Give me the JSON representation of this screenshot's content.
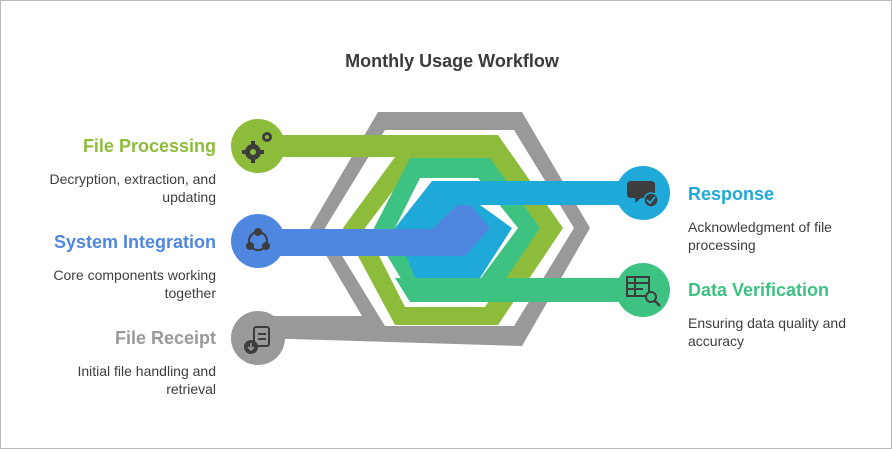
{
  "title": "Monthly Usage Workflow",
  "colors": {
    "file_receipt": "#999999",
    "file_processing": "#8dbb3a",
    "system_integration": "#4f87e0",
    "response": "#1ea9d8",
    "data_verification": "#3ec281",
    "text": "#3d3d3d"
  },
  "stages": {
    "file_processing": {
      "title": "File Processing",
      "description": "Decryption, extraction, and updating",
      "icon": "gears-icon"
    },
    "system_integration": {
      "title": "System Integration",
      "description": "Core components working together",
      "icon": "network-icon"
    },
    "file_receipt": {
      "title": "File Receipt",
      "description": "Initial file handling and retrieval",
      "icon": "file-download-icon"
    },
    "response": {
      "title": "Response",
      "description": "Acknowledgment of file processing",
      "icon": "chat-check-icon"
    },
    "data_verification": {
      "title": "Data Verification",
      "description": "Ensuring data quality and accuracy",
      "icon": "table-search-icon"
    }
  }
}
